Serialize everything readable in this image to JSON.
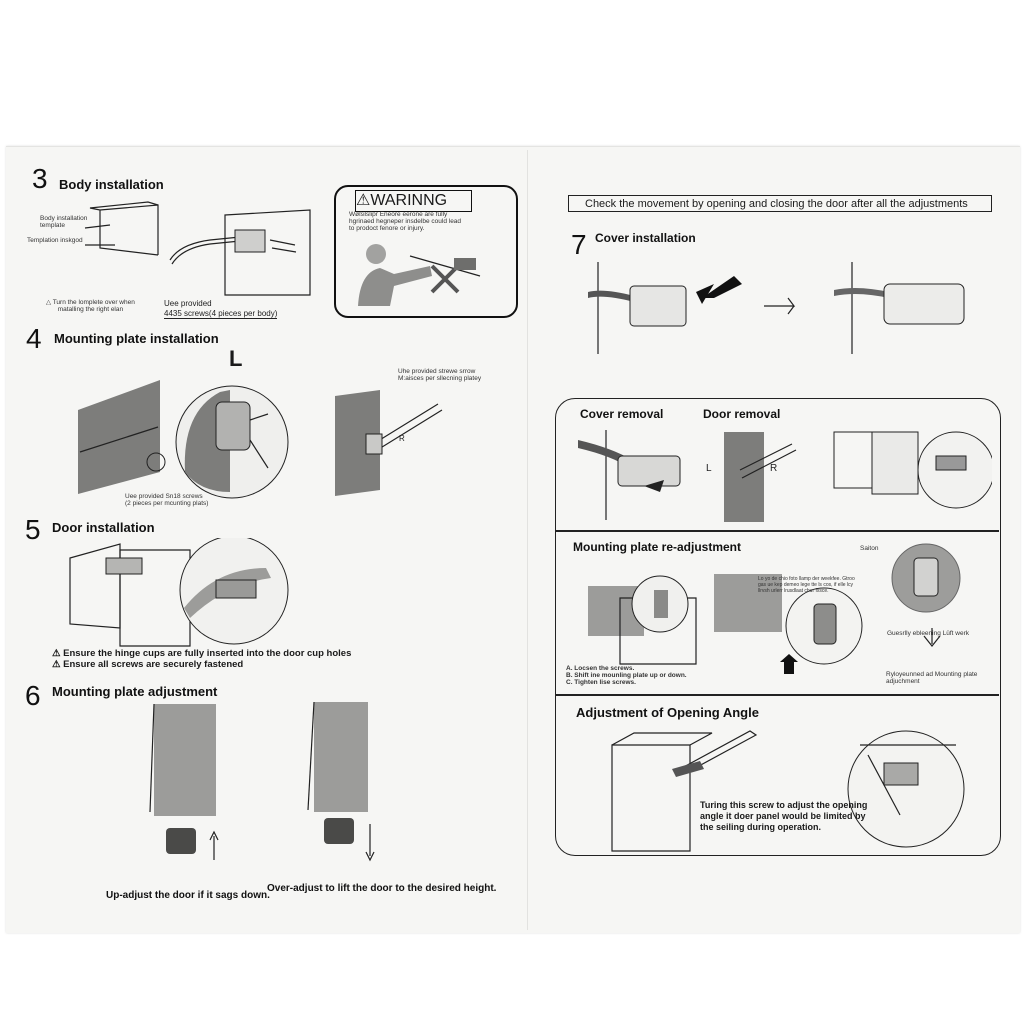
{
  "left": {
    "step3": {
      "num": "3",
      "title": "Body installation",
      "label_template": "Body installation\ntemplate",
      "label_template2": "Templation inskgod",
      "note_left": "Turn the lomplete over when\nmatalling the right elan",
      "note_right_1": "Uee provided",
      "note_right_2": "4435 screws(4 pieces per body)"
    },
    "warning": {
      "title": "WARINNG",
      "text": "Wøßilslipr Eneore eerone are fully\nhgrinaed hegneper insdelbe could lead\nto prodoct fenore or injury."
    },
    "step4": {
      "num": "4",
      "title": "Mounting plate installation",
      "letter": "L",
      "note_top": "Uhe provided strewe srrow\nM:aisces per sllecning platey",
      "arrow_letter": "R",
      "note_bottom": "Uee provided Sn18 screws\n(2 pieces per mcunting plats)"
    },
    "step5": {
      "num": "5",
      "title": "Door installation",
      "warn1": "Ensure the hinge cups are fully inserted into the door cup holes",
      "warn2": "Ensure all screws are securely fastened"
    },
    "step6": {
      "num": "6",
      "title": "Mounting plate adjustment",
      "cap_left": "Up-adjust the door if it sags down.",
      "cap_right": "Over-adjust to lift the door to the desired height."
    }
  },
  "right": {
    "check_text": "Check the movement by opening and closing the door after all the adjustments",
    "step7": {
      "num": "7",
      "title": "Cover installation"
    },
    "removal": {
      "cover_title": "Cover removal",
      "door_title": "Door removal",
      "letter_l": "L",
      "letter_r": "R"
    },
    "readjust": {
      "title": "Mounting plate re-adjustment",
      "corner": "Saiton",
      "note_center": "Lo yo de chio foto llamp der weekfee. Gtroo\ngas ue kep demeo lege tte ls cos, if elle lcy\nllrvsh urlerr lrusdlaat chur fxsce.",
      "steps": "A. Locsen the screws.\nB. Shift ine mounling plate up or down.\nC. Tighten lise screws.",
      "right_note": "Guesrlly ebleening Lüft werk",
      "right_note2": "Ryloyeunned ad Mounting plate\nadjuchment"
    },
    "angle": {
      "title": "Adjustment of Opening Angle",
      "text": "Turing this screw to adjust the opening\nangle it doer panel would be limited by\nthe seiling during operation."
    }
  }
}
